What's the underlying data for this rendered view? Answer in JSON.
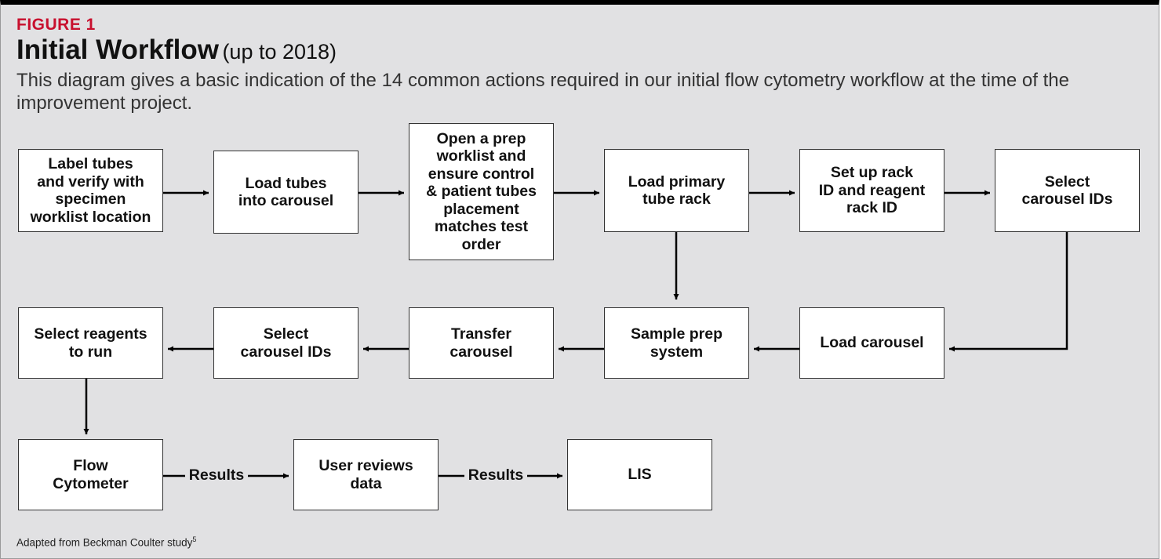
{
  "figure": {
    "label": "FIGURE 1",
    "title": "Initial Workflow",
    "title_suffix": "(up to 2018)",
    "description": "This diagram gives a basic indication of the 14 common actions required in our initial flow cytometry workflow at the time of the improvement project.",
    "source": "Adapted from Beckman Coulter study",
    "source_ref": "5"
  },
  "nodes": [
    {
      "id": "label-tubes",
      "text": "Label tubes\nand verify with\nspecimen\nworklist location"
    },
    {
      "id": "load-tubes",
      "text": "Load tubes\ninto carousel"
    },
    {
      "id": "open-prep",
      "text": "Open a prep\nworklist and\nensure control\n& patient tubes\nplacement\nmatches test\norder"
    },
    {
      "id": "load-primary",
      "text": "Load primary\ntube rack"
    },
    {
      "id": "set-up-rack",
      "text": "Set up rack\nID and reagent\nrack ID"
    },
    {
      "id": "select-carousel-1",
      "text": "Select\ncarousel IDs"
    },
    {
      "id": "load-carousel",
      "text": "Load carousel"
    },
    {
      "id": "sample-prep",
      "text": "Sample prep\nsystem"
    },
    {
      "id": "transfer-carousel",
      "text": "Transfer\ncarousel"
    },
    {
      "id": "select-carousel-2",
      "text": "Select\ncarousel IDs"
    },
    {
      "id": "select-reagents",
      "text": "Select reagents\nto run"
    },
    {
      "id": "flow-cytometer",
      "text": "Flow\nCytometer"
    },
    {
      "id": "user-reviews",
      "text": "User reviews\ndata"
    },
    {
      "id": "lis",
      "text": "LIS"
    }
  ],
  "edges": [
    {
      "from": "label-tubes",
      "to": "load-tubes",
      "label": ""
    },
    {
      "from": "load-tubes",
      "to": "open-prep",
      "label": ""
    },
    {
      "from": "open-prep",
      "to": "load-primary",
      "label": ""
    },
    {
      "from": "load-primary",
      "to": "set-up-rack",
      "label": ""
    },
    {
      "from": "set-up-rack",
      "to": "select-carousel-1",
      "label": ""
    },
    {
      "from": "select-carousel-1",
      "to": "load-carousel",
      "label": ""
    },
    {
      "from": "load-primary",
      "to": "sample-prep",
      "label": ""
    },
    {
      "from": "load-carousel",
      "to": "sample-prep",
      "label": ""
    },
    {
      "from": "sample-prep",
      "to": "transfer-carousel",
      "label": ""
    },
    {
      "from": "transfer-carousel",
      "to": "select-carousel-2",
      "label": ""
    },
    {
      "from": "select-carousel-2",
      "to": "select-reagents",
      "label": ""
    },
    {
      "from": "select-reagents",
      "to": "flow-cytometer",
      "label": ""
    },
    {
      "from": "flow-cytometer",
      "to": "user-reviews",
      "label": "Results"
    },
    {
      "from": "user-reviews",
      "to": "lis",
      "label": "Results"
    }
  ],
  "colors": {
    "accent": "#c8102e",
    "background": "#e1e1e3",
    "box": "#ffffff",
    "line": "#000000"
  }
}
